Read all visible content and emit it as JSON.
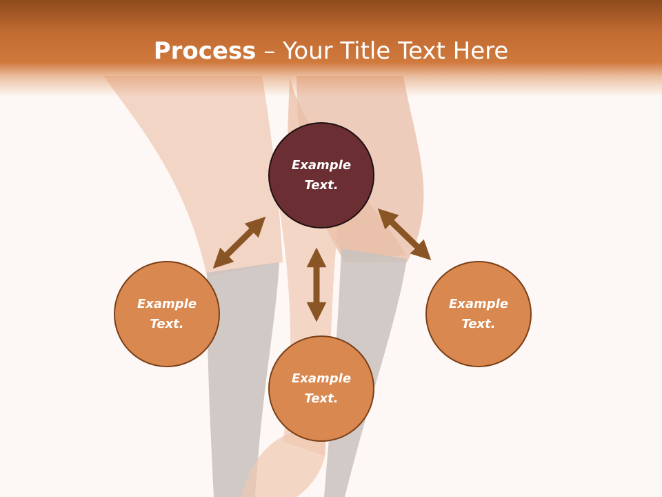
{
  "slide": {
    "title_bold": "Process",
    "title_rest": " – Your Title Text Here"
  },
  "diagram": {
    "center": {
      "label": "Example\nText."
    },
    "left": {
      "label": "Example\nText."
    },
    "bottom": {
      "label": "Example\nText."
    },
    "right": {
      "label": "Example\nText."
    }
  },
  "colors": {
    "header": "#c06a31",
    "center_fill": "#6a2e33",
    "node_fill": "#d9884f",
    "node_border": "#7a3f17",
    "arrow": "#8a5524"
  }
}
